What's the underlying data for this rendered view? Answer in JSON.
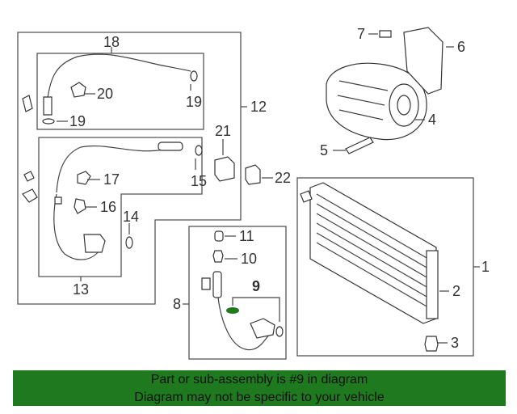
{
  "callouts": {
    "c1": "1",
    "c2": "2",
    "c3": "3",
    "c4": "4",
    "c5": "5",
    "c6": "6",
    "c7": "7",
    "c8": "8",
    "c9": "9",
    "c10": "10",
    "c11": "11",
    "c12": "12",
    "c13": "13",
    "c14": "14",
    "c15": "15",
    "c16": "16",
    "c17": "17",
    "c18": "18",
    "c19a": "19",
    "c19b": "19",
    "c20": "20",
    "c21": "21",
    "c22": "22"
  },
  "highlight_color": "#1f7a1f",
  "banner": {
    "line1": "Part or sub-assembly is #9 in diagram",
    "line2": "Diagram may not be specific to your vehicle"
  }
}
